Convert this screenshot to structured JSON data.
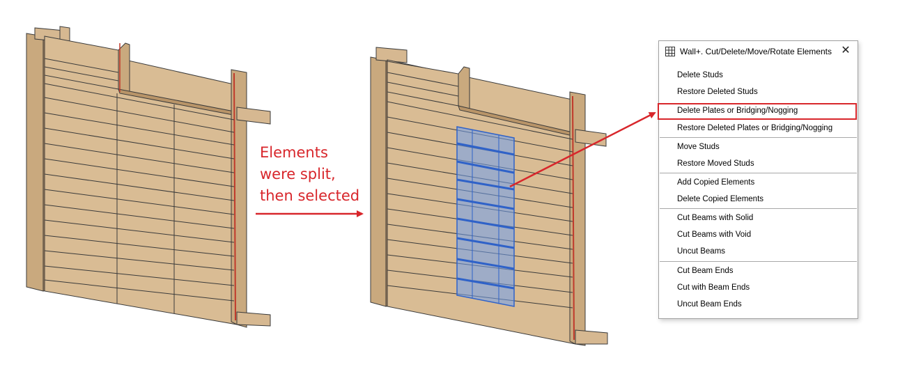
{
  "annotation": {
    "lines": [
      "Elements",
      "were split,",
      "then selected"
    ]
  },
  "menu": {
    "title": "Wall+. Cut/Delete/Move/Rotate Elements",
    "icon": "wall-grid-icon",
    "close_icon": "close-icon",
    "close_label": "✕",
    "highlighted_item": "Delete Plates or Bridging/Nogging",
    "groups": [
      [
        "Delete Studs",
        "Restore Deleted Studs",
        "Delete Plates or Bridging/Nogging",
        "Restore Deleted Plates or Bridging/Nogging"
      ],
      [
        "Move Studs",
        "Restore Moved Studs"
      ],
      [
        "Add Copied Elements",
        "Delete Copied Elements"
      ],
      [
        "Cut Beams with Solid",
        "Cut Beams with Void",
        "Uncut Beams"
      ],
      [
        "Cut Beam Ends",
        "Cut with Beam Ends",
        "Uncut Beam Ends"
      ]
    ]
  },
  "colors": {
    "annotation_red": "#d8262b",
    "wood": "#d4b48c",
    "wood_dark": "#b89468",
    "selection_blue": "#5b8fe8"
  }
}
